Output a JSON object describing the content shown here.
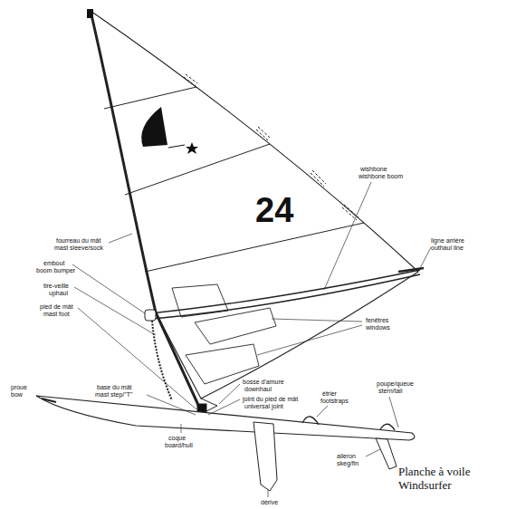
{
  "diagram": {
    "caption": "Planche à voile Windsurfer",
    "labels": [
      "24",
      "wishbone",
      "wishbone boom",
      "fourreau du mât",
      "mast sleeve/sock",
      "ligne arrière",
      "outhaul line",
      "embout",
      "boom bumper",
      "tire-veille",
      "uphaul",
      "pied de mât",
      "mast foot",
      "fenêtres",
      "windows",
      "proue",
      "bow",
      "base du mât",
      "mast step/\"T\"",
      "bosse d'amure",
      "downhaul",
      "joint du pied de mât",
      "universal joint",
      "étrier",
      "footstraps",
      "poupe/queue",
      "stern/tail",
      "coque",
      "board/hull",
      "aileron",
      "skeg/fin",
      "dérive"
    ]
  }
}
